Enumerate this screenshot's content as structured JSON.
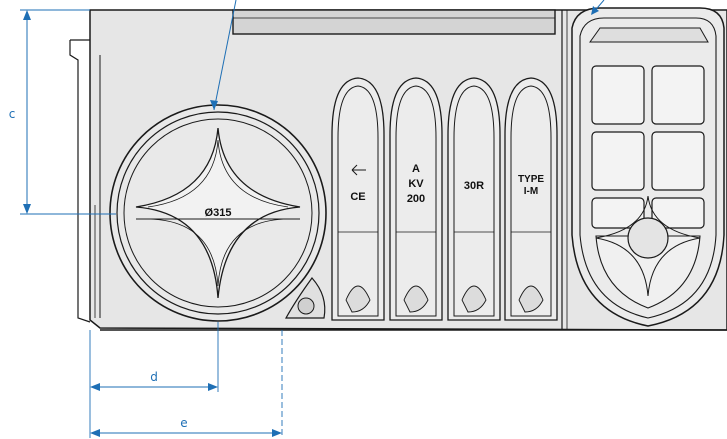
{
  "diagram": {
    "dimensions": {
      "c": "c",
      "d": "d",
      "e": "e"
    },
    "markings": {
      "diameter": "Ø315",
      "ce": "CE",
      "slot2_line1": "A",
      "slot2_line2": "KV",
      "slot2_line3": "200",
      "slot3": "30R",
      "slot4_line1": "TYPE",
      "slot4_line2": "I-M"
    },
    "colors": {
      "dimension": "#1e6fb5",
      "outline": "#1a1a1a",
      "fill": "#e6e6e6"
    }
  }
}
